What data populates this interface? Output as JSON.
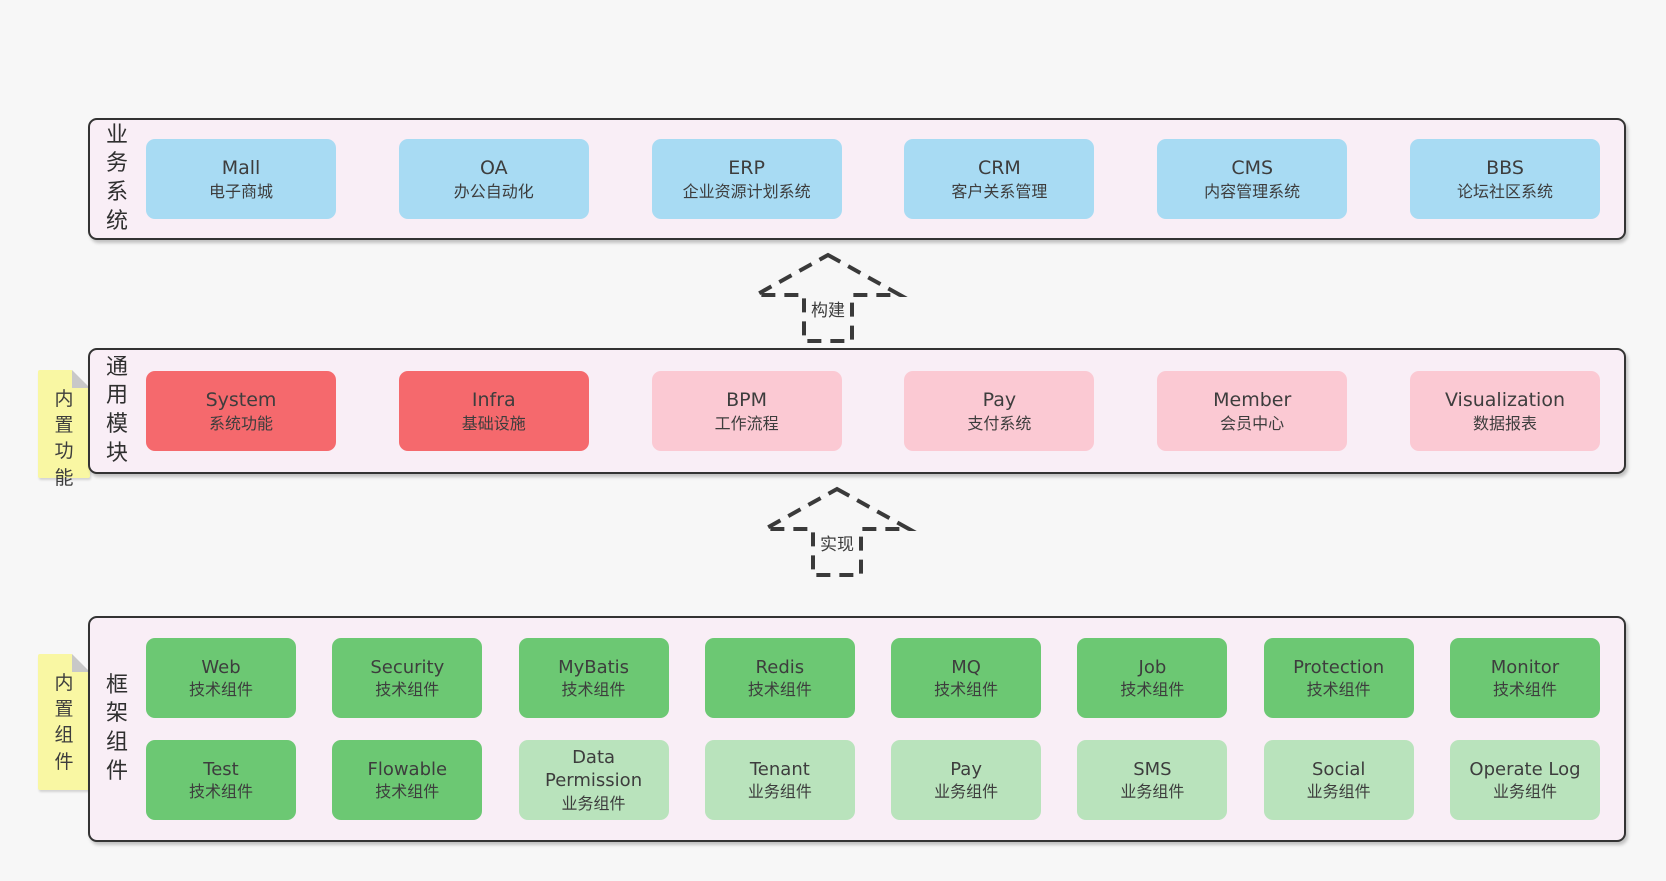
{
  "colors": {
    "page_bg": "#f7f7f7",
    "panel_bg": "#f9eef6",
    "panel_border": "#333333",
    "box_text": "#3d3d3d",
    "blue": "#a8dbf3",
    "red": "#f5696d",
    "pink": "#fbc9d3",
    "green": "#6cc873",
    "green_light": "#b9e3bc",
    "note_yellow": "#f9f7a3",
    "note_fold": "#c8c8c8",
    "arrow": "#3a3a3a"
  },
  "arrows": [
    {
      "label": "构建"
    },
    {
      "label": "实现"
    }
  ],
  "panels": [
    {
      "id": "business",
      "label": "业务系统",
      "note": null,
      "rows": [
        [
          {
            "name": "Mall",
            "desc": "电子商城",
            "variant": "blue"
          },
          {
            "name": "OA",
            "desc": "办公自动化",
            "variant": "blue"
          },
          {
            "name": "ERP",
            "desc": "企业资源计划系统",
            "variant": "blue"
          },
          {
            "name": "CRM",
            "desc": "客户关系管理",
            "variant": "blue"
          },
          {
            "name": "CMS",
            "desc": "内容管理系统",
            "variant": "blue"
          },
          {
            "name": "BBS",
            "desc": "论坛社区系统",
            "variant": "blue"
          }
        ]
      ]
    },
    {
      "id": "modules",
      "label": "通用模块",
      "note": "内置功能",
      "rows": [
        [
          {
            "name": "System",
            "desc": "系统功能",
            "variant": "red"
          },
          {
            "name": "Infra",
            "desc": "基础设施",
            "variant": "red"
          },
          {
            "name": "BPM",
            "desc": "工作流程",
            "variant": "pink"
          },
          {
            "name": "Pay",
            "desc": "支付系统",
            "variant": "pink"
          },
          {
            "name": "Member",
            "desc": "会员中心",
            "variant": "pink"
          },
          {
            "name": "Visualization",
            "desc": "数据报表",
            "variant": "pink"
          }
        ]
      ]
    },
    {
      "id": "framework",
      "label": "框架组件",
      "note": "内置组件",
      "rows": [
        [
          {
            "name": "Web",
            "desc": "技术组件",
            "variant": "green"
          },
          {
            "name": "Security",
            "desc": "技术组件",
            "variant": "green"
          },
          {
            "name": "MyBatis",
            "desc": "技术组件",
            "variant": "green"
          },
          {
            "name": "Redis",
            "desc": "技术组件",
            "variant": "green"
          },
          {
            "name": "MQ",
            "desc": "技术组件",
            "variant": "green"
          },
          {
            "name": "Job",
            "desc": "技术组件",
            "variant": "green"
          },
          {
            "name": "Protection",
            "desc": "技术组件",
            "variant": "green"
          },
          {
            "name": "Monitor",
            "desc": "技术组件",
            "variant": "green"
          }
        ],
        [
          {
            "name": "Test",
            "desc": "技术组件",
            "variant": "green"
          },
          {
            "name": "Flowable",
            "desc": "技术组件",
            "variant": "green"
          },
          {
            "name": "Data Permission",
            "desc": "业务组件",
            "variant": "green-light"
          },
          {
            "name": "Tenant",
            "desc": "业务组件",
            "variant": "green-light"
          },
          {
            "name": "Pay",
            "desc": "业务组件",
            "variant": "green-light"
          },
          {
            "name": "SMS",
            "desc": "业务组件",
            "variant": "green-light"
          },
          {
            "name": "Social",
            "desc": "业务组件",
            "variant": "green-light"
          },
          {
            "name": "Operate Log",
            "desc": "业务组件",
            "variant": "green-light"
          }
        ]
      ]
    }
  ]
}
